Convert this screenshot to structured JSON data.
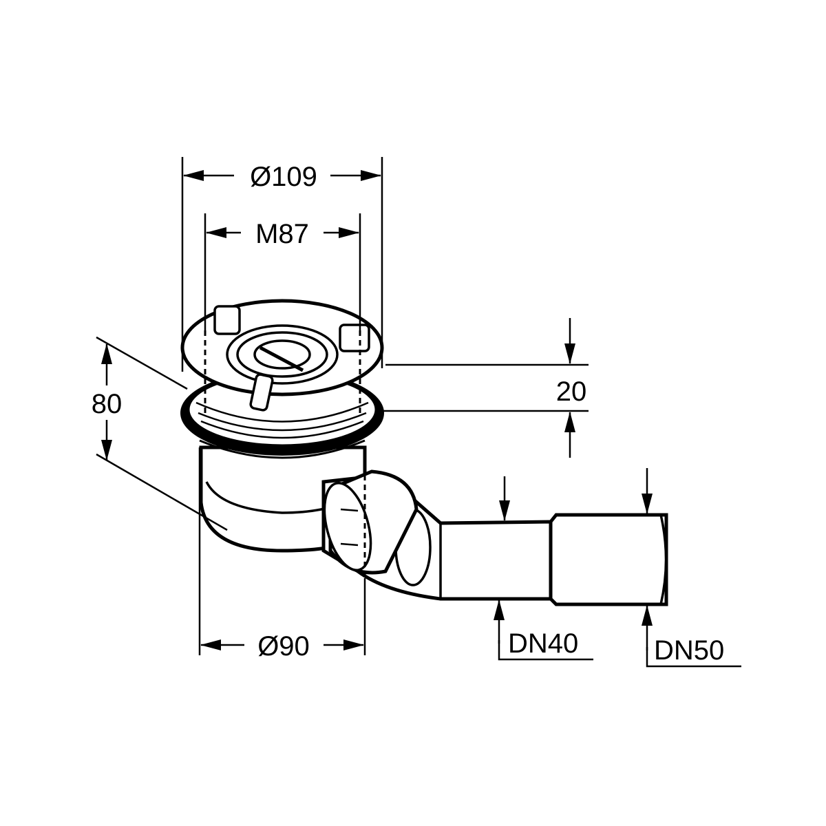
{
  "drawing": {
    "dimensions": {
      "outer_diameter": "Ø109",
      "thread": "M87",
      "height": "80",
      "flange_height": "20",
      "body_diameter": "Ø90",
      "outlet_small": "DN40",
      "outlet_large": "DN50"
    }
  }
}
